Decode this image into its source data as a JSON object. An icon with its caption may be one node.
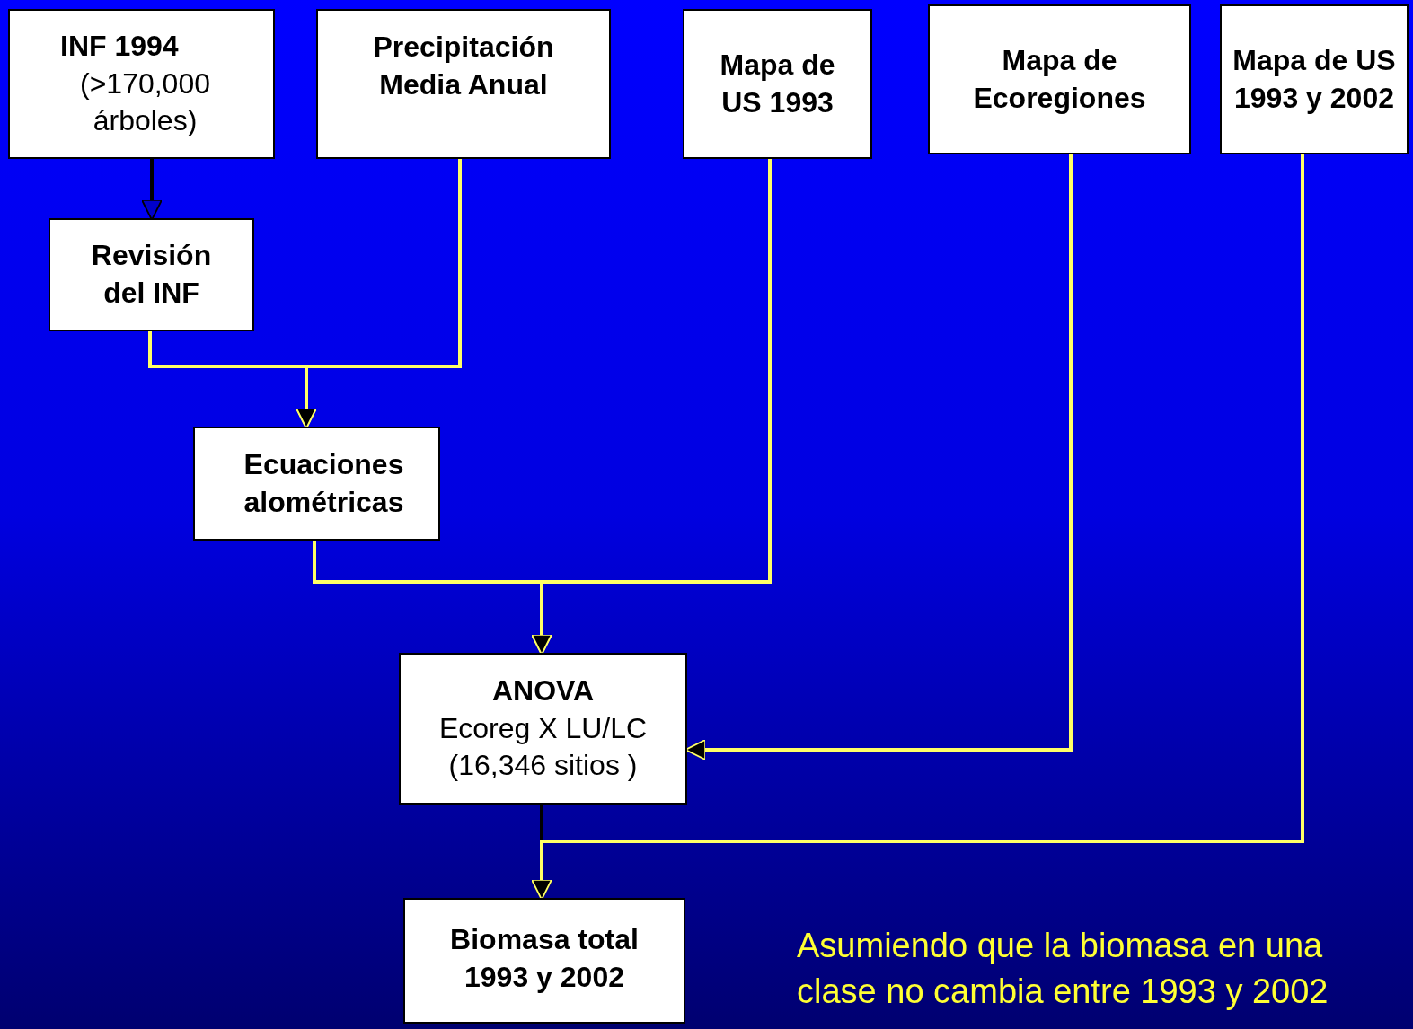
{
  "diagram": {
    "nodes": [
      {
        "text": [
          "INF 1994",
          "(>170,000 árboles)"
        ]
      },
      {
        "text": [
          "Precipitación Media Anual"
        ]
      },
      {
        "text": [
          "Mapa de US 1993"
        ]
      },
      {
        "text": [
          "Mapa de Ecoregiones"
        ]
      },
      {
        "text": [
          "Mapa de US 1993 y 2002"
        ]
      },
      {
        "text": [
          "Revisión del INF"
        ]
      },
      {
        "text": [
          "Ecuaciones alométricas"
        ]
      },
      {
        "text": [
          "ANOVA",
          "Ecoreg X LU/LC",
          "(16,346 sitios )"
        ]
      },
      {
        "text": [
          "Biomasa total 1993 y 2002"
        ]
      }
    ],
    "edges": [
      {
        "from": 0,
        "to": 5,
        "arrow": "to",
        "color": "#000000"
      },
      {
        "from": 5,
        "to": 6,
        "arrow": "to"
      },
      {
        "from": 1,
        "to": 6,
        "arrow": "to"
      },
      {
        "from": 6,
        "to": 7,
        "arrow": "to"
      },
      {
        "from": 2,
        "to": 7,
        "arrow": "to"
      },
      {
        "from": 3,
        "to": 7,
        "arrow": "to"
      },
      {
        "from": 7,
        "to": 8,
        "arrow": "to",
        "color": "#000000"
      },
      {
        "from": 4,
        "to": 8,
        "arrow": "to"
      }
    ],
    "labels": [
      "Asumiendo que la biomasa en una clase no cambia entre 1993 y 2002"
    ]
  }
}
